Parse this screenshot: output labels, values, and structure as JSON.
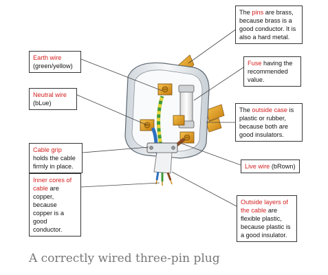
{
  "callouts": {
    "pins": {
      "highlight": "pins",
      "pre": "The ",
      "post": " are brass, because brass is a good conductor. It is also a hard metal."
    },
    "earth": {
      "highlight": "Earth wire",
      "post": "(green/yellow)"
    },
    "fuse": {
      "highlight": "Fuse",
      "post": " having the recommended value."
    },
    "neutral": {
      "highlight": "Neutral wire",
      "post": "(bLue)"
    },
    "outside_case": {
      "pre": "The ",
      "highlight": "outside case",
      "post": " is plastic or rubber, because both are good insulators."
    },
    "cable_grip": {
      "highlight": "Cable grip",
      "post": " holds the cable firmly in place."
    },
    "live": {
      "highlight": "Live wire",
      "post": " (bRown)"
    },
    "inner_cores": {
      "highlight": "Inner cores of cable",
      "post": " are copper, because copper is a good conductor."
    },
    "outside_layers": {
      "highlight": "Outside layers of the cable",
      "post": " are flexible plastic, because plastic is a good insulator."
    }
  },
  "caption": "A correctly wired three-pin plug",
  "colors": {
    "highlight": "#d42020",
    "brass": "#e8a21c",
    "earth_green": "#3f9a3a",
    "earth_yellow": "#e6d43a",
    "neutral_blue": "#2c6fc0",
    "live_brown": "#8a4a22",
    "body_grey": "#eef0f2"
  }
}
